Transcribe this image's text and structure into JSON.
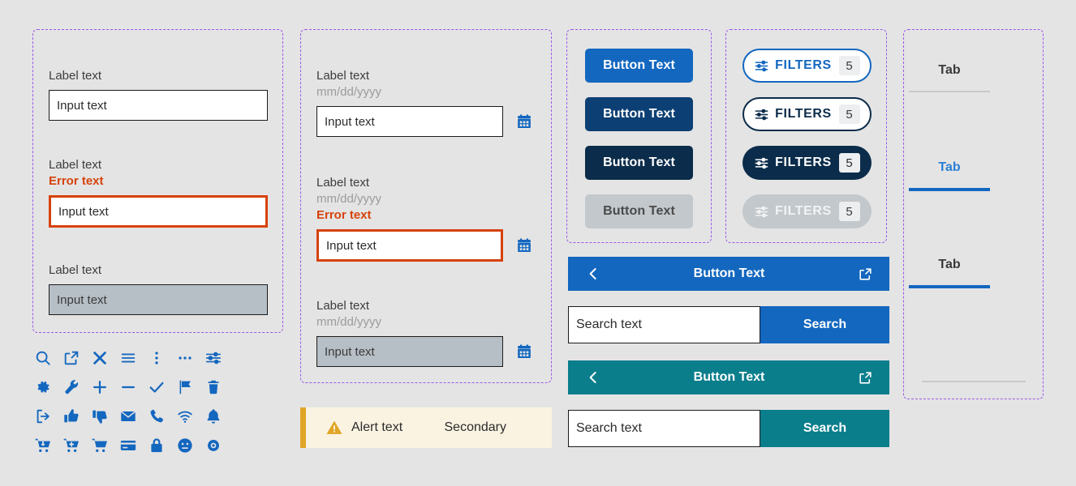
{
  "groups": {
    "text_fields": "text-field-group",
    "date_fields": "date-field-group",
    "buttons": "button-group",
    "filters": "filter-group",
    "tabs": "tab-group"
  },
  "text_fields": [
    {
      "label": "Label text",
      "value": "Input text",
      "state": "default"
    },
    {
      "label": "Label text",
      "error": "Error text",
      "value": "Input text",
      "state": "error"
    },
    {
      "label": "Label text",
      "value": "Input text",
      "state": "disabled"
    }
  ],
  "date_fields": [
    {
      "label": "Label text",
      "format": "mm/dd/yyyy",
      "value": "Input text",
      "state": "default",
      "icon": "calendar-icon"
    },
    {
      "label": "Label text",
      "format": "mm/dd/yyyy",
      "error": "Error text",
      "value": "Input text",
      "state": "error",
      "icon": "calendar-icon"
    },
    {
      "label": "Label text",
      "format": "mm/dd/yyyy",
      "value": "Input text",
      "state": "disabled",
      "icon": "calendar-icon"
    }
  ],
  "icon_grid": [
    [
      "search-icon",
      "external-link-icon",
      "close-icon",
      "menu-icon",
      "more-vertical-icon",
      "more-horizontal-icon",
      "tune-icon"
    ],
    [
      "gear-icon",
      "wrench-icon",
      "plus-icon",
      "minus-icon",
      "check-icon",
      "flag-icon",
      "trash-icon"
    ],
    [
      "logout-icon",
      "thumb-up-icon",
      "thumb-down-icon",
      "mail-icon",
      "phone-icon",
      "wifi-icon",
      "bell-icon"
    ],
    [
      "cart-download-icon",
      "cart-add-icon",
      "cart-icon",
      "credit-card-icon",
      "lock-icon",
      "neutral-face-icon",
      "visibility-icon"
    ]
  ],
  "alert": {
    "icon": "warning-icon",
    "text": "Alert text",
    "secondary": "Secondary"
  },
  "buttons": [
    {
      "label": "Button Text",
      "variant": "primary"
    },
    {
      "label": "Button Text",
      "variant": "secondary"
    },
    {
      "label": "Button Text",
      "variant": "dark"
    },
    {
      "label": "Button Text",
      "variant": "disabled"
    }
  ],
  "filters": [
    {
      "label": "FILTERS",
      "count": "5",
      "variant": "outline-blue",
      "icon": "tune-icon"
    },
    {
      "label": "FILTERS",
      "count": "5",
      "variant": "outline-navy",
      "icon": "tune-icon"
    },
    {
      "label": "FILTERS",
      "count": "5",
      "variant": "solid-navy",
      "icon": "tune-icon"
    },
    {
      "label": "FILTERS",
      "count": "5",
      "variant": "disabled",
      "icon": "tune-icon"
    }
  ],
  "wide_buttons": [
    {
      "label": "Button Text",
      "variant": "blue",
      "left_icon": "chevron-left-icon",
      "right_icon": "external-link-icon"
    },
    {
      "label": "Button Text",
      "variant": "teal",
      "left_icon": "chevron-left-icon",
      "right_icon": "external-link-icon"
    }
  ],
  "search_bars": [
    {
      "value": "Search text",
      "button_label": "Search",
      "variant": "blue"
    },
    {
      "value": "Search text",
      "button_label": "Search",
      "variant": "teal"
    }
  ],
  "tabs": [
    {
      "label": "Tab",
      "state": "inactive"
    },
    {
      "label": "Tab",
      "state": "active"
    },
    {
      "label": "Tab",
      "state": "hover"
    }
  ],
  "colors": {
    "primary_blue": "#1367bf",
    "secondary_blue": "#0c3f73",
    "dark_navy": "#0b2c4a",
    "teal": "#0b7e8c",
    "error_orange": "#d6420a",
    "warning_amber": "#e0a526",
    "disabled_gray": "#c3c8cc",
    "page_background": "#e4e4e4",
    "group_outline": "#9b59e8"
  }
}
